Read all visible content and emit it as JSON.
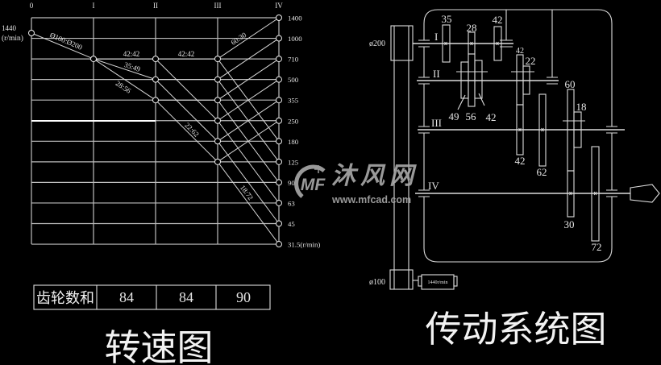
{
  "speed_diagram": {
    "title": "转速图",
    "shaft_labels": [
      "0",
      "I",
      "II",
      "III",
      "IV"
    ],
    "input": {
      "speed": "1440",
      "unit": "(r/min)"
    },
    "levels": [
      "1400",
      "1000",
      "710",
      "500",
      "355",
      "250",
      "180",
      "125",
      "90",
      "63",
      "45",
      "31.5"
    ],
    "output_unit": "(r/min)",
    "groups": [
      {
        "ratio": "Ø100:Ø200",
        "from_shaft": 0,
        "to_shaft": 1,
        "paths": [
          [
            1440,
            710
          ]
        ]
      },
      {
        "ratio": "42:42",
        "from_shaft": 1,
        "to_shaft": 2,
        "paths": [
          [
            710,
            710
          ]
        ]
      },
      {
        "ratio": "35:49",
        "from_shaft": 1,
        "to_shaft": 2,
        "paths": [
          [
            710,
            500
          ]
        ]
      },
      {
        "ratio": "28:56",
        "from_shaft": 1,
        "to_shaft": 2,
        "paths": [
          [
            710,
            355
          ]
        ]
      },
      {
        "ratio": "42:42",
        "from_shaft": 2,
        "to_shaft": 3,
        "paths": [
          [
            710,
            710
          ],
          [
            500,
            500
          ],
          [
            355,
            355
          ]
        ]
      },
      {
        "ratio": "22:62",
        "from_shaft": 2,
        "to_shaft": 3,
        "paths": [
          [
            710,
            250
          ],
          [
            500,
            180
          ],
          [
            355,
            125
          ]
        ]
      },
      {
        "ratio": "60:30",
        "from_shaft": 3,
        "to_shaft": 4,
        "paths": [
          [
            710,
            1400
          ],
          [
            500,
            1000
          ],
          [
            355,
            710
          ],
          [
            250,
            500
          ],
          [
            180,
            355
          ],
          [
            125,
            250
          ]
        ]
      },
      {
        "ratio": "18:72",
        "from_shaft": 3,
        "to_shaft": 4,
        "paths": [
          [
            710,
            180
          ],
          [
            500,
            125
          ],
          [
            355,
            90
          ],
          [
            250,
            63
          ],
          [
            180,
            45
          ],
          [
            125,
            31.5
          ]
        ]
      }
    ],
    "table": {
      "header": "齿轮数和",
      "gear_sums": [
        "84",
        "84",
        "90"
      ]
    }
  },
  "transmission": {
    "title": "传动系统图",
    "pulley_large": "ø200",
    "pulley_small": "ø100",
    "motor_speed": "1440r/min",
    "shafts": [
      {
        "label": "I",
        "gears": [
          "35",
          "28",
          "42"
        ]
      },
      {
        "label": "II",
        "gears": [
          "49",
          "56",
          "42",
          "42",
          "22"
        ]
      },
      {
        "label": "III",
        "gears": [
          "42",
          "62",
          "60",
          "18"
        ]
      },
      {
        "label": "IV",
        "gears": [
          "30",
          "72"
        ]
      }
    ]
  },
  "watermark": {
    "logo": "MF",
    "name": "沐风网",
    "url": "www.mfcad.com"
  },
  "colors": {
    "background": "#000000",
    "line": "#dcdcdc",
    "watermark": "#a6a6a6"
  }
}
